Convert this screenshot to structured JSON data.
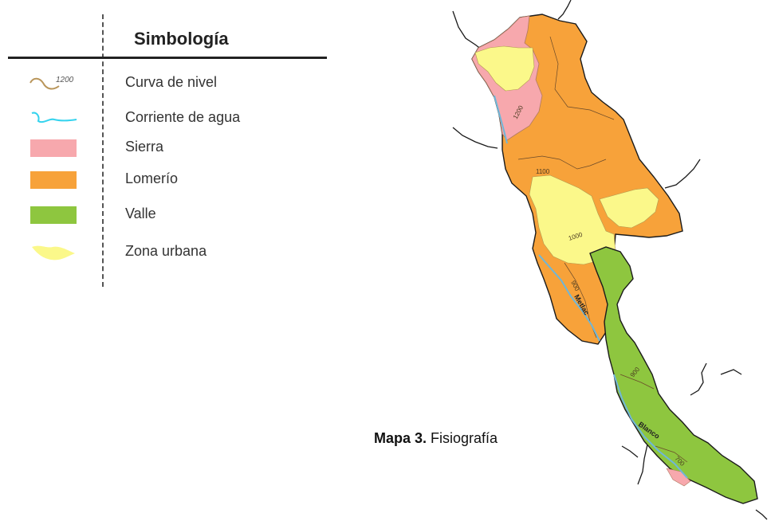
{
  "legend": {
    "title": "Simbología",
    "items": [
      {
        "label": "Curva de nivel",
        "symbol": "contour-line-icon",
        "sample_text": "1200",
        "color": "#b9955a"
      },
      {
        "label": "Corriente de agua",
        "symbol": "water-stream-icon",
        "color": "#35d3ee"
      },
      {
        "label": "Sierra",
        "symbol": "swatch",
        "color": "#f7a8ad"
      },
      {
        "label": "Lomerío",
        "symbol": "swatch",
        "color": "#f7a23a"
      },
      {
        "label": "Valle",
        "symbol": "swatch",
        "color": "#8ec63f"
      },
      {
        "label": "Zona urbana",
        "symbol": "urban-zone-icon",
        "color": "#fbf88a"
      }
    ]
  },
  "map": {
    "contour_labels": [
      "1200",
      "1100",
      "1000",
      "900",
      "900",
      "700"
    ],
    "river_labels": [
      "Metlac",
      "Blanco"
    ],
    "colors": {
      "sierra": "#f7a8ad",
      "lomerio": "#f7a23a",
      "valle": "#8ec63f",
      "urbana": "#fbf88a",
      "boundary": "#1a1a1a",
      "contour": "#8a6a3a",
      "water": "#6fb6d8"
    }
  },
  "caption": {
    "number": "Mapa 3.",
    "text": " Fisiografía"
  }
}
